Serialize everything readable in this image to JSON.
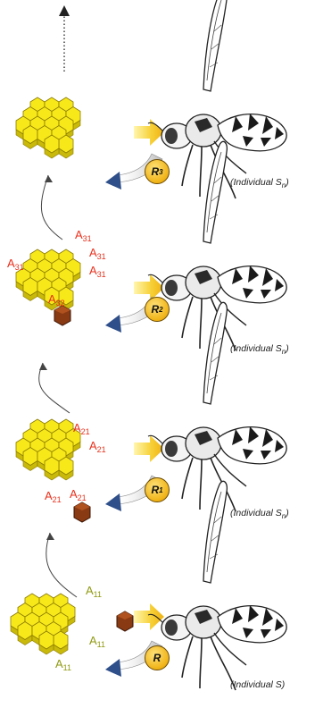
{
  "levels": [
    {
      "id": "top",
      "circle": "R",
      "circle_sub": "3",
      "individual": "(Individual S",
      "individual_sub": "n",
      "individual_close": ")"
    },
    {
      "id": "l3",
      "circle": "R",
      "circle_sub": "2",
      "individual": "(Individual S",
      "individual_sub": "n",
      "individual_close": ")",
      "a_labels": [
        {
          "base": "A",
          "sub": "31"
        },
        {
          "base": "A",
          "sub": "31"
        },
        {
          "base": "A",
          "sub": "31"
        },
        {
          "base": "A",
          "sub": "31"
        },
        {
          "base": "A",
          "sub": "32"
        }
      ]
    },
    {
      "id": "l2",
      "circle": "R",
      "circle_sub": "1",
      "individual": "(Individual S",
      "individual_sub": "n",
      "individual_close": ")",
      "a_labels": [
        {
          "base": "A",
          "sub": "21"
        },
        {
          "base": "A",
          "sub": "21"
        },
        {
          "base": "A",
          "sub": "21"
        },
        {
          "base": "A",
          "sub": "21"
        }
      ]
    },
    {
      "id": "l1",
      "circle": "R",
      "circle_sub": "",
      "individual": "(Individual S)",
      "individual_sub": "",
      "individual_close": "",
      "a_labels": [
        {
          "base": "A",
          "sub": "11"
        },
        {
          "base": "A",
          "sub": "11"
        },
        {
          "base": "A",
          "sub": "11"
        }
      ]
    }
  ],
  "colors": {
    "comb_fill": "#f7e81a",
    "comb_stroke": "#8a7a00",
    "arrow_yellow": "#f5c316",
    "nest_brown": "#8a3a12",
    "label_red": "#e8301c",
    "label_olive": "#8f9a12"
  },
  "icons": [
    "honeycomb",
    "wasp",
    "feedback-arrow",
    "resource-circle",
    "brood-hexagon"
  ]
}
